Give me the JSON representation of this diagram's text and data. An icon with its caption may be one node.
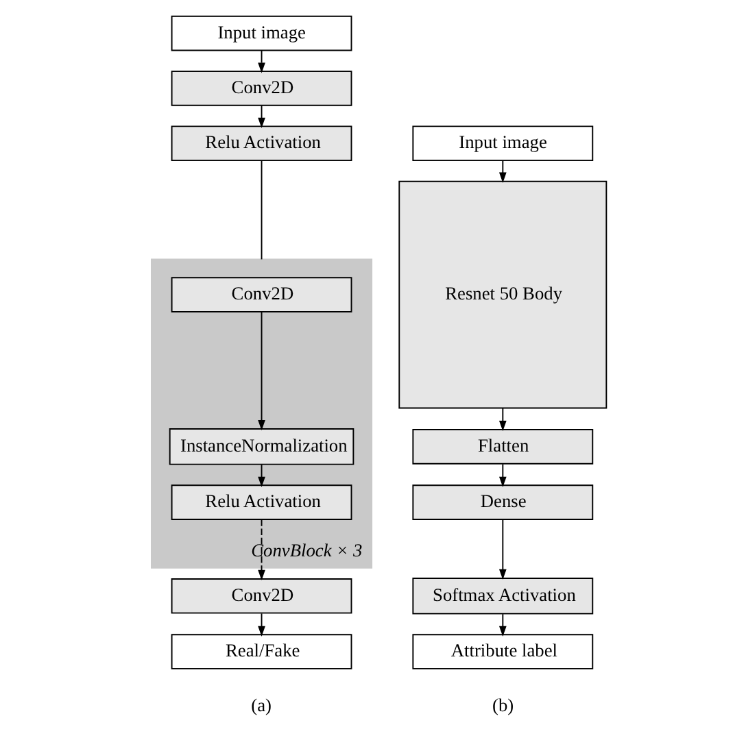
{
  "diagram": {
    "nodes": [
      {
        "text": [
          "Input image"
        ]
      },
      {
        "text": [
          "Conv2D"
        ]
      },
      {
        "text": [
          "Relu Activation"
        ]
      },
      {
        "text": [
          "ConvBlock × 3"
        ]
      },
      {
        "text": [
          "Conv2D"
        ],
        "in": 3
      },
      {
        "text": [
          "InstanceNormalization"
        ],
        "in": 3
      },
      {
        "text": [
          "Relu Activation"
        ],
        "in": 3
      },
      {
        "text": [
          "Conv2D"
        ]
      },
      {
        "text": [
          "Real/Fake"
        ]
      },
      {
        "text": [
          "Input image"
        ]
      },
      {
        "text": [
          "Resnet 50 Body"
        ]
      },
      {
        "text": [
          "Flatten"
        ]
      },
      {
        "text": [
          "Dense"
        ]
      },
      {
        "text": [
          "Softmax Activation"
        ]
      },
      {
        "text": [
          "Attribute label"
        ]
      }
    ],
    "edges": [
      {
        "from": 0,
        "to": 1,
        "arrow": "to"
      },
      {
        "from": 1,
        "to": 2,
        "arrow": "to"
      },
      {
        "from": 2,
        "to": 3,
        "arrow": "none"
      },
      {
        "from": 4,
        "to": 5,
        "arrow": "to"
      },
      {
        "from": 5,
        "to": 6,
        "arrow": "to"
      },
      {
        "from": 6,
        "to": 7,
        "arrow": "to",
        "style": "dashed"
      },
      {
        "from": 7,
        "to": 8,
        "arrow": "to"
      },
      {
        "from": 9,
        "to": 10,
        "arrow": "to"
      },
      {
        "from": 10,
        "to": 11,
        "arrow": "to"
      },
      {
        "from": 11,
        "to": 12,
        "arrow": "to"
      },
      {
        "from": 12,
        "to": 13,
        "arrow": "to"
      },
      {
        "from": 13,
        "to": 14,
        "arrow": "to"
      }
    ],
    "labels": [
      "(a)",
      "(b)"
    ]
  }
}
